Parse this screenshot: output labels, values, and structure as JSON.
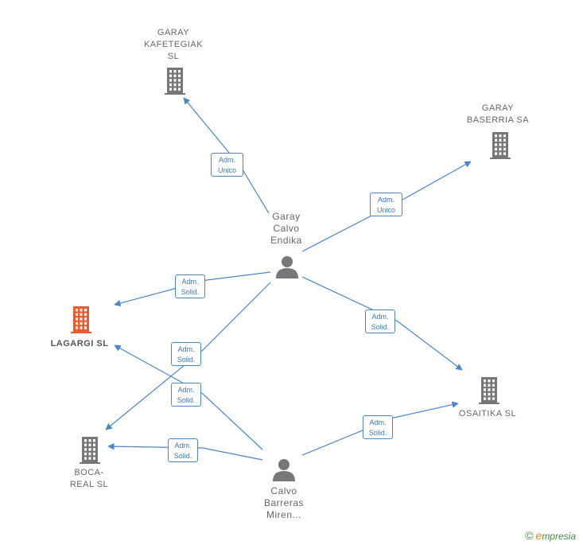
{
  "colors": {
    "edge": "#4a86c8",
    "company": "#777777",
    "company_main": "#f05a28",
    "person": "#777777"
  },
  "nodes": {
    "garay_kafetegiak": {
      "label": [
        "GARAY",
        "KAFETEGIAK",
        "SL"
      ],
      "icon": "building-icon"
    },
    "garay_baserria": {
      "label": [
        "GARAY",
        "BASERRIA SA"
      ],
      "icon": "building-icon"
    },
    "garay_calvo": {
      "label": [
        "Garay",
        "Calvo",
        "Endika"
      ],
      "icon": "person-icon"
    },
    "lagargi": {
      "label": [
        "LAGARGI  SL"
      ],
      "icon": "building-icon"
    },
    "osaitika": {
      "label": [
        "OSAITIKA  SL"
      ],
      "icon": "building-icon"
    },
    "boca_real": {
      "label": [
        "BOCA-",
        "REAL SL"
      ],
      "icon": "building-icon"
    },
    "calvo_barreras": {
      "label": [
        "Calvo",
        "Barreras",
        "Miren..."
      ],
      "icon": "person-icon"
    }
  },
  "edges": [
    {
      "from": "garay_calvo",
      "to": "garay_kafetegiak",
      "role": [
        "Adm.",
        "Unico"
      ]
    },
    {
      "from": "garay_calvo",
      "to": "garay_baserria",
      "role": [
        "Adm.",
        "Unico"
      ]
    },
    {
      "from": "garay_calvo",
      "to": "lagargi",
      "role": [
        "Adm.",
        "Solid."
      ]
    },
    {
      "from": "garay_calvo",
      "to": "osaitika",
      "role": [
        "Adm.",
        "Solid."
      ]
    },
    {
      "from": "garay_calvo",
      "to": "boca_real",
      "role": [
        "Adm.",
        "Solid."
      ]
    },
    {
      "from": "calvo_barreras",
      "to": "lagargi",
      "role": [
        "Adm.",
        "Solid."
      ]
    },
    {
      "from": "calvo_barreras",
      "to": "boca_real",
      "role": [
        "Adm.",
        "Solid."
      ]
    },
    {
      "from": "calvo_barreras",
      "to": "osaitika",
      "role": [
        "Adm.",
        "Solid."
      ]
    }
  ],
  "footer": {
    "copyright": "©",
    "brand_first": "e",
    "brand_rest": "mpresia"
  }
}
